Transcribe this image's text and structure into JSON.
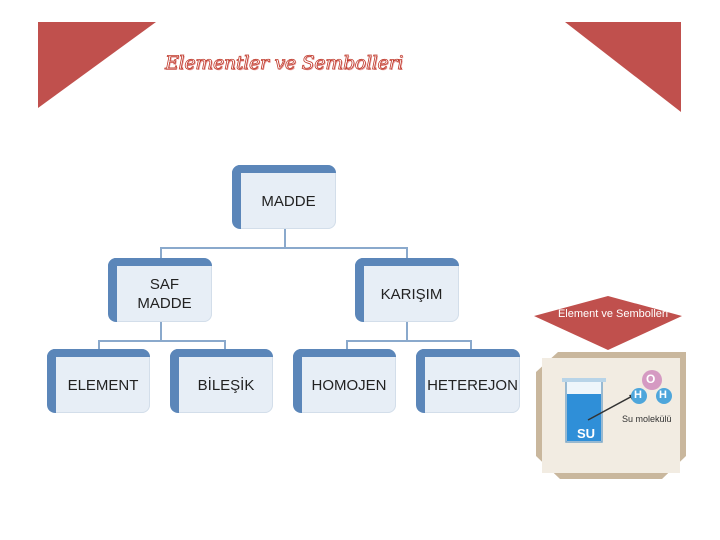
{
  "title": "Elementler ve Sembolleri",
  "nodes": {
    "madde": "MADDE",
    "saf_madde": "SAF MADDE",
    "karisim": "KARIŞIM",
    "element": "ELEMENT",
    "bilesik": "BİLEŞİK",
    "homojen": "HOMOJEN",
    "heterejon": "HETEREJON"
  },
  "ribbon_label": "Element ve Sembolleri",
  "illustration": {
    "beaker_label": "SU",
    "molecule_label": "Su molekülü",
    "atoms": [
      "O",
      "H",
      "H"
    ]
  },
  "colors": {
    "accent_red": "#c0504d",
    "node_blue": "#5b86b9",
    "node_fill": "#e7eef6",
    "connector": "#8aa9cc"
  }
}
